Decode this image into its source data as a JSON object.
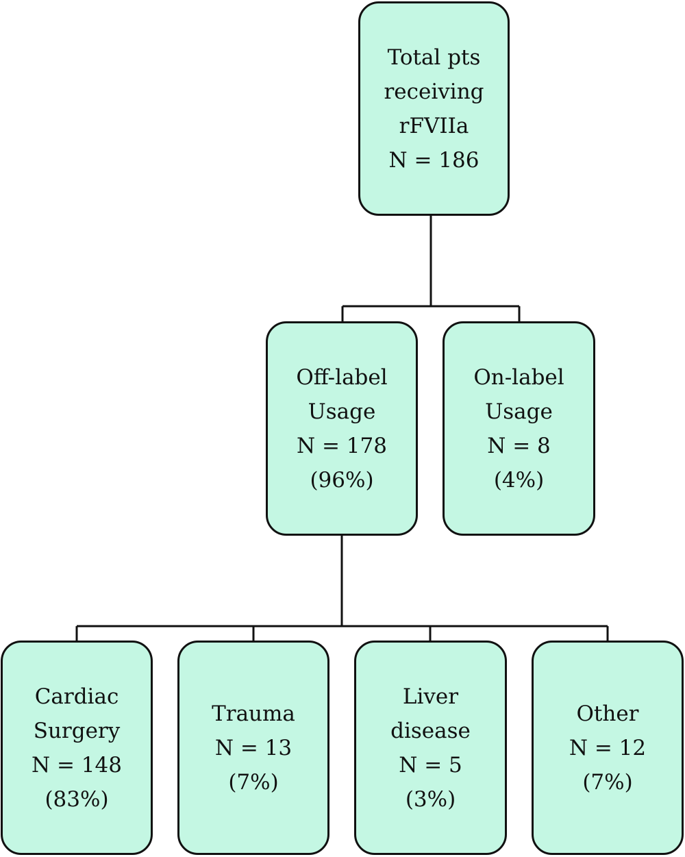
{
  "root": {
    "lines": [
      "Total pts",
      "receiving",
      "rFVIIa",
      "N = 186"
    ]
  },
  "level2": {
    "off_label": {
      "lines": [
        "Off-label",
        "Usage",
        "N = 178",
        "(96%)"
      ]
    },
    "on_label": {
      "lines": [
        "On-label",
        "Usage",
        "N = 8",
        "(4%)"
      ]
    }
  },
  "level3": {
    "cardiac": {
      "lines": [
        "Cardiac",
        "Surgery",
        "N = 148",
        "(83%)"
      ]
    },
    "trauma": {
      "lines": [
        "Trauma",
        "N = 13",
        "(7%)"
      ]
    },
    "liver": {
      "lines": [
        "Liver",
        "disease",
        "N = 5",
        "(3%)"
      ]
    },
    "other": {
      "lines": [
        "Other",
        "N = 12",
        "(7%)"
      ]
    }
  },
  "colors": {
    "box_fill": "#c4f7e3",
    "stroke": "#111111"
  }
}
